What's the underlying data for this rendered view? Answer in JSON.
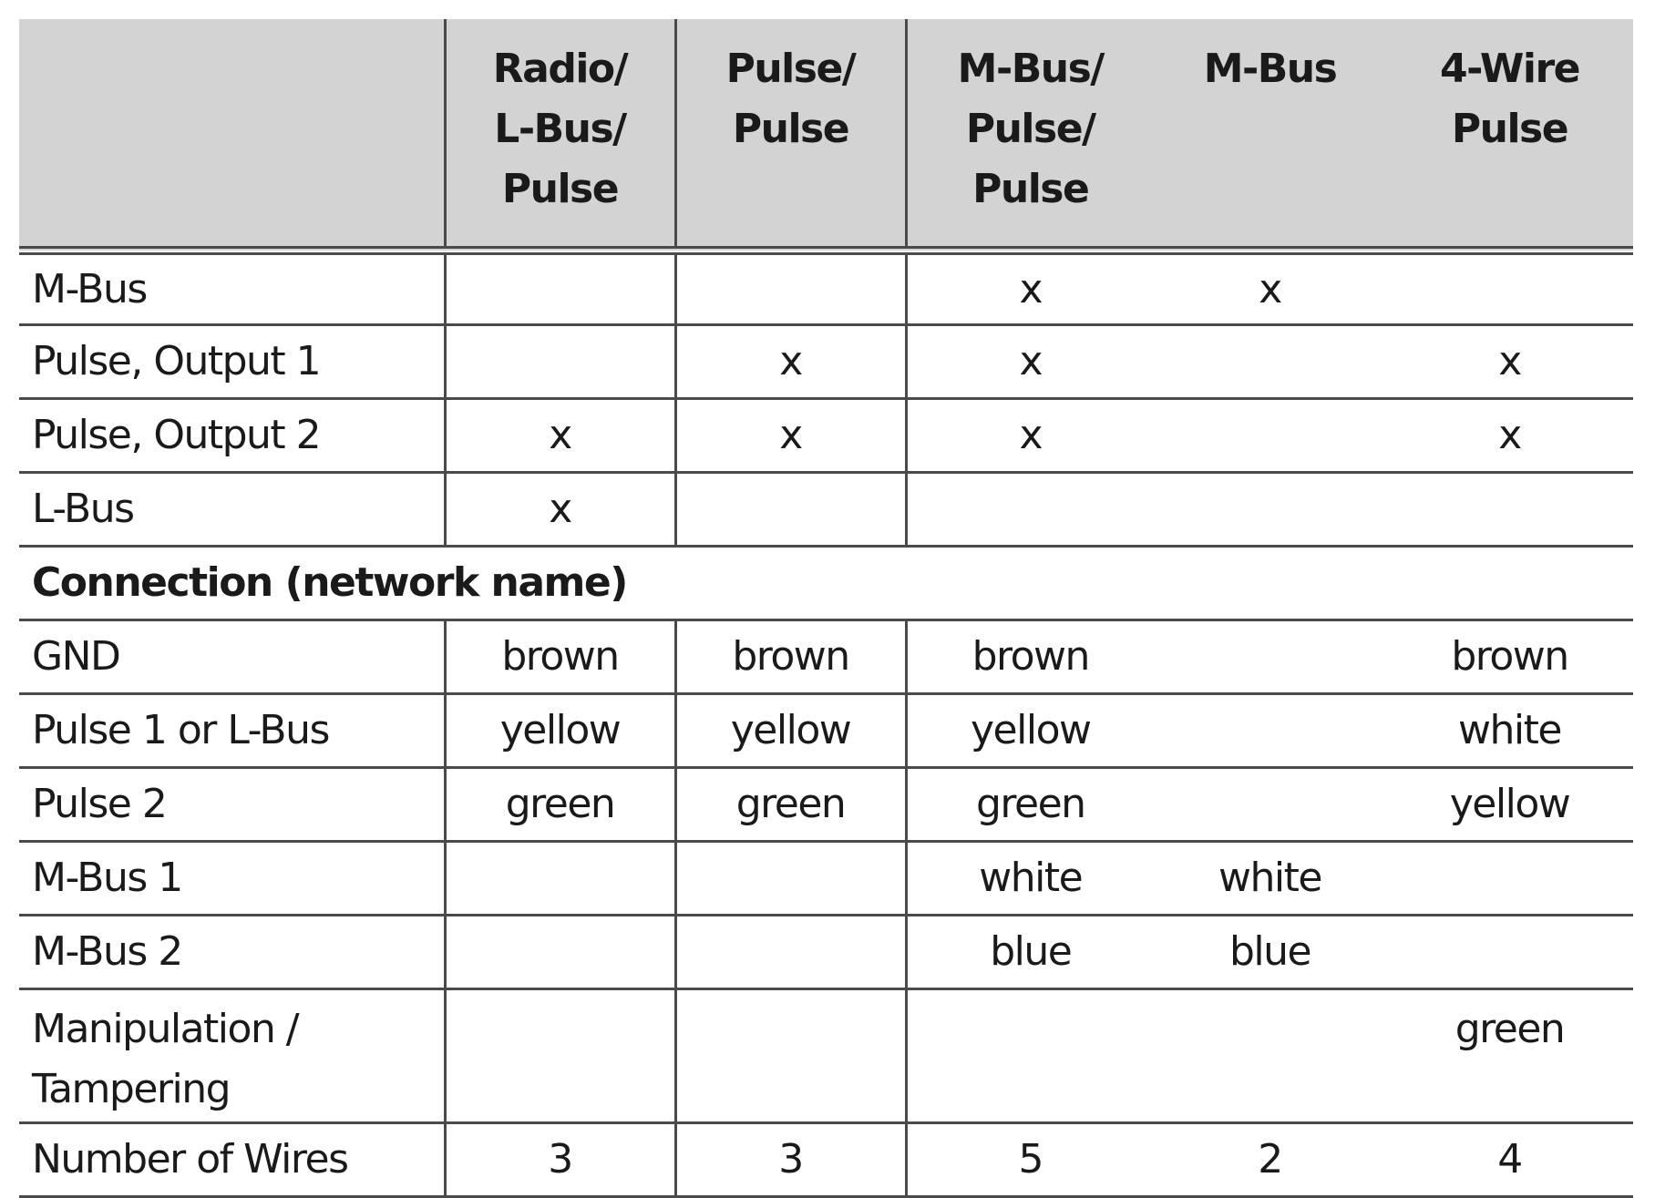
{
  "header": {
    "columns": [
      "Radio/\nL-Bus/\nPulse",
      "Pulse/\nPulse",
      "M-Bus/\nPulse/\nPulse",
      "M-Bus",
      "4-Wire\nPulse"
    ]
  },
  "outputs": [
    {
      "label": "M-Bus",
      "values": [
        "",
        "",
        "x",
        "x",
        ""
      ]
    },
    {
      "label": "Pulse, Output 1",
      "values": [
        "",
        "x",
        "x",
        "",
        "x"
      ]
    },
    {
      "label": "Pulse, Output 2",
      "values": [
        "x",
        "x",
        "x",
        "",
        "x"
      ]
    },
    {
      "label": "L-Bus",
      "values": [
        "x",
        "",
        "",
        "",
        ""
      ]
    }
  ],
  "section_title": "Connection (network name)",
  "connections": [
    {
      "label": "GND",
      "values": [
        "brown",
        "brown",
        "brown",
        "",
        "brown"
      ]
    },
    {
      "label": "Pulse 1 or L-Bus",
      "values": [
        "yellow",
        "yellow",
        "yellow",
        "",
        "white"
      ]
    },
    {
      "label": "Pulse 2",
      "values": [
        "green",
        "green",
        "green",
        "",
        "yellow"
      ]
    },
    {
      "label": "M-Bus 1",
      "values": [
        "",
        "",
        "white",
        "white",
        ""
      ]
    },
    {
      "label": "M-Bus 2",
      "values": [
        "",
        "",
        "blue",
        "blue",
        ""
      ]
    },
    {
      "label": "Manipulation /\nTampering",
      "values": [
        "",
        "",
        "",
        "",
        "green"
      ]
    },
    {
      "label": "Number of Wires",
      "values": [
        "3",
        "3",
        "5",
        "2",
        "4"
      ]
    }
  ]
}
